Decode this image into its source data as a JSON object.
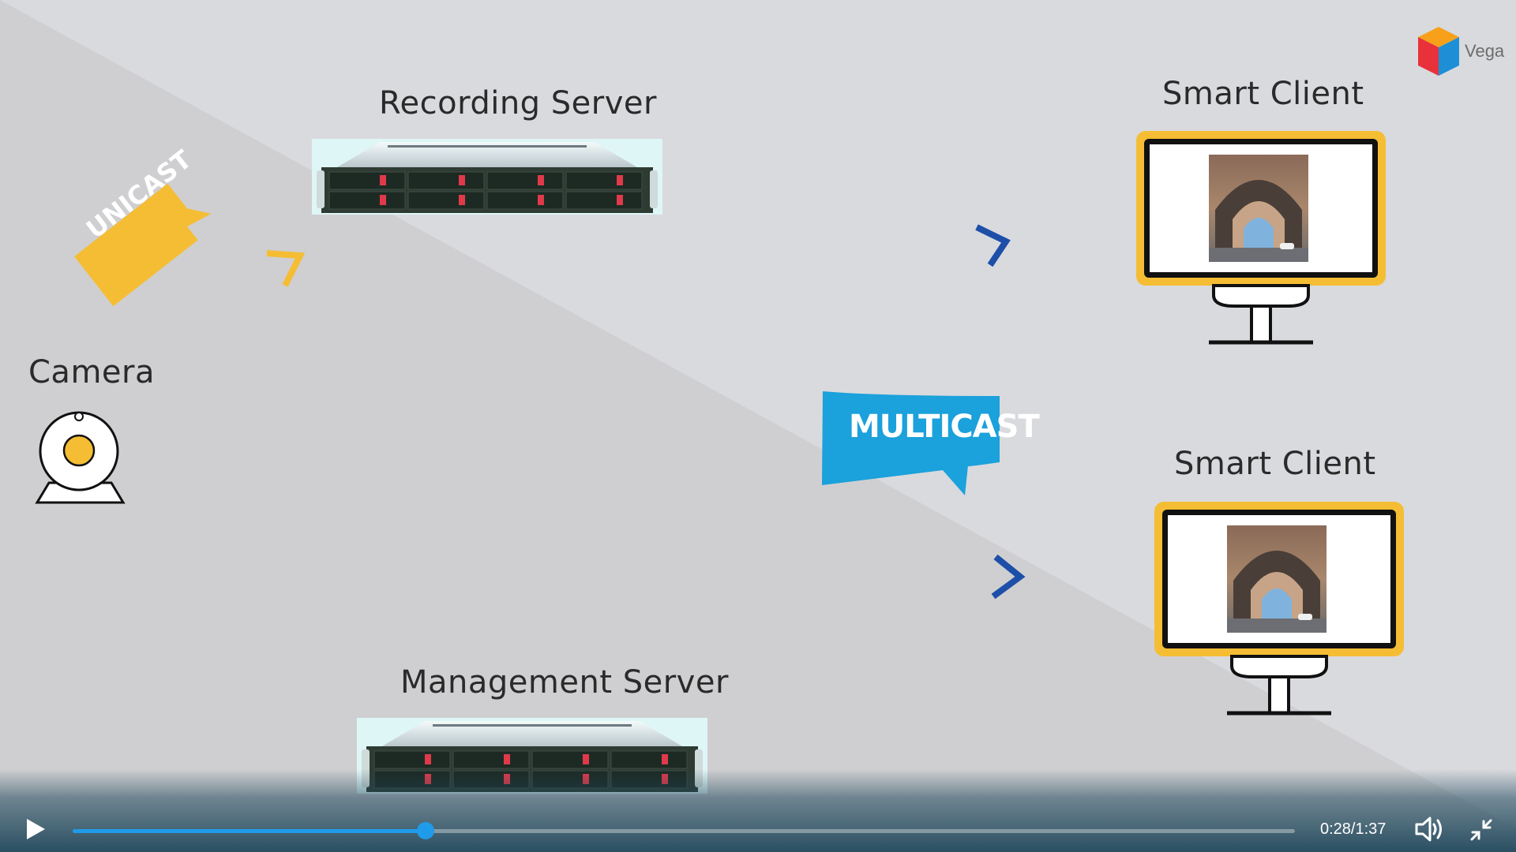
{
  "brand": {
    "name": "Vega"
  },
  "diagram": {
    "recording_server": "Recording Server",
    "management_server": "Management Server",
    "camera": "Camera",
    "smart_client_top": "Smart Client",
    "smart_client_bottom": "Smart Client",
    "unicast": "UNICAST",
    "multicast": "MULTICAST"
  },
  "colors": {
    "accent_yellow": "#f5bd33",
    "multicast_blue": "#1ba1db",
    "arrow_blue": "#1d4fa8",
    "progress_blue": "#1f9bea"
  },
  "player": {
    "play_icon": "play-icon",
    "time_display": "0:28/1:37",
    "progress_fraction": 0.289,
    "volume_icon": "volume-icon",
    "exit_fullscreen_icon": "exit-fullscreen-icon"
  }
}
